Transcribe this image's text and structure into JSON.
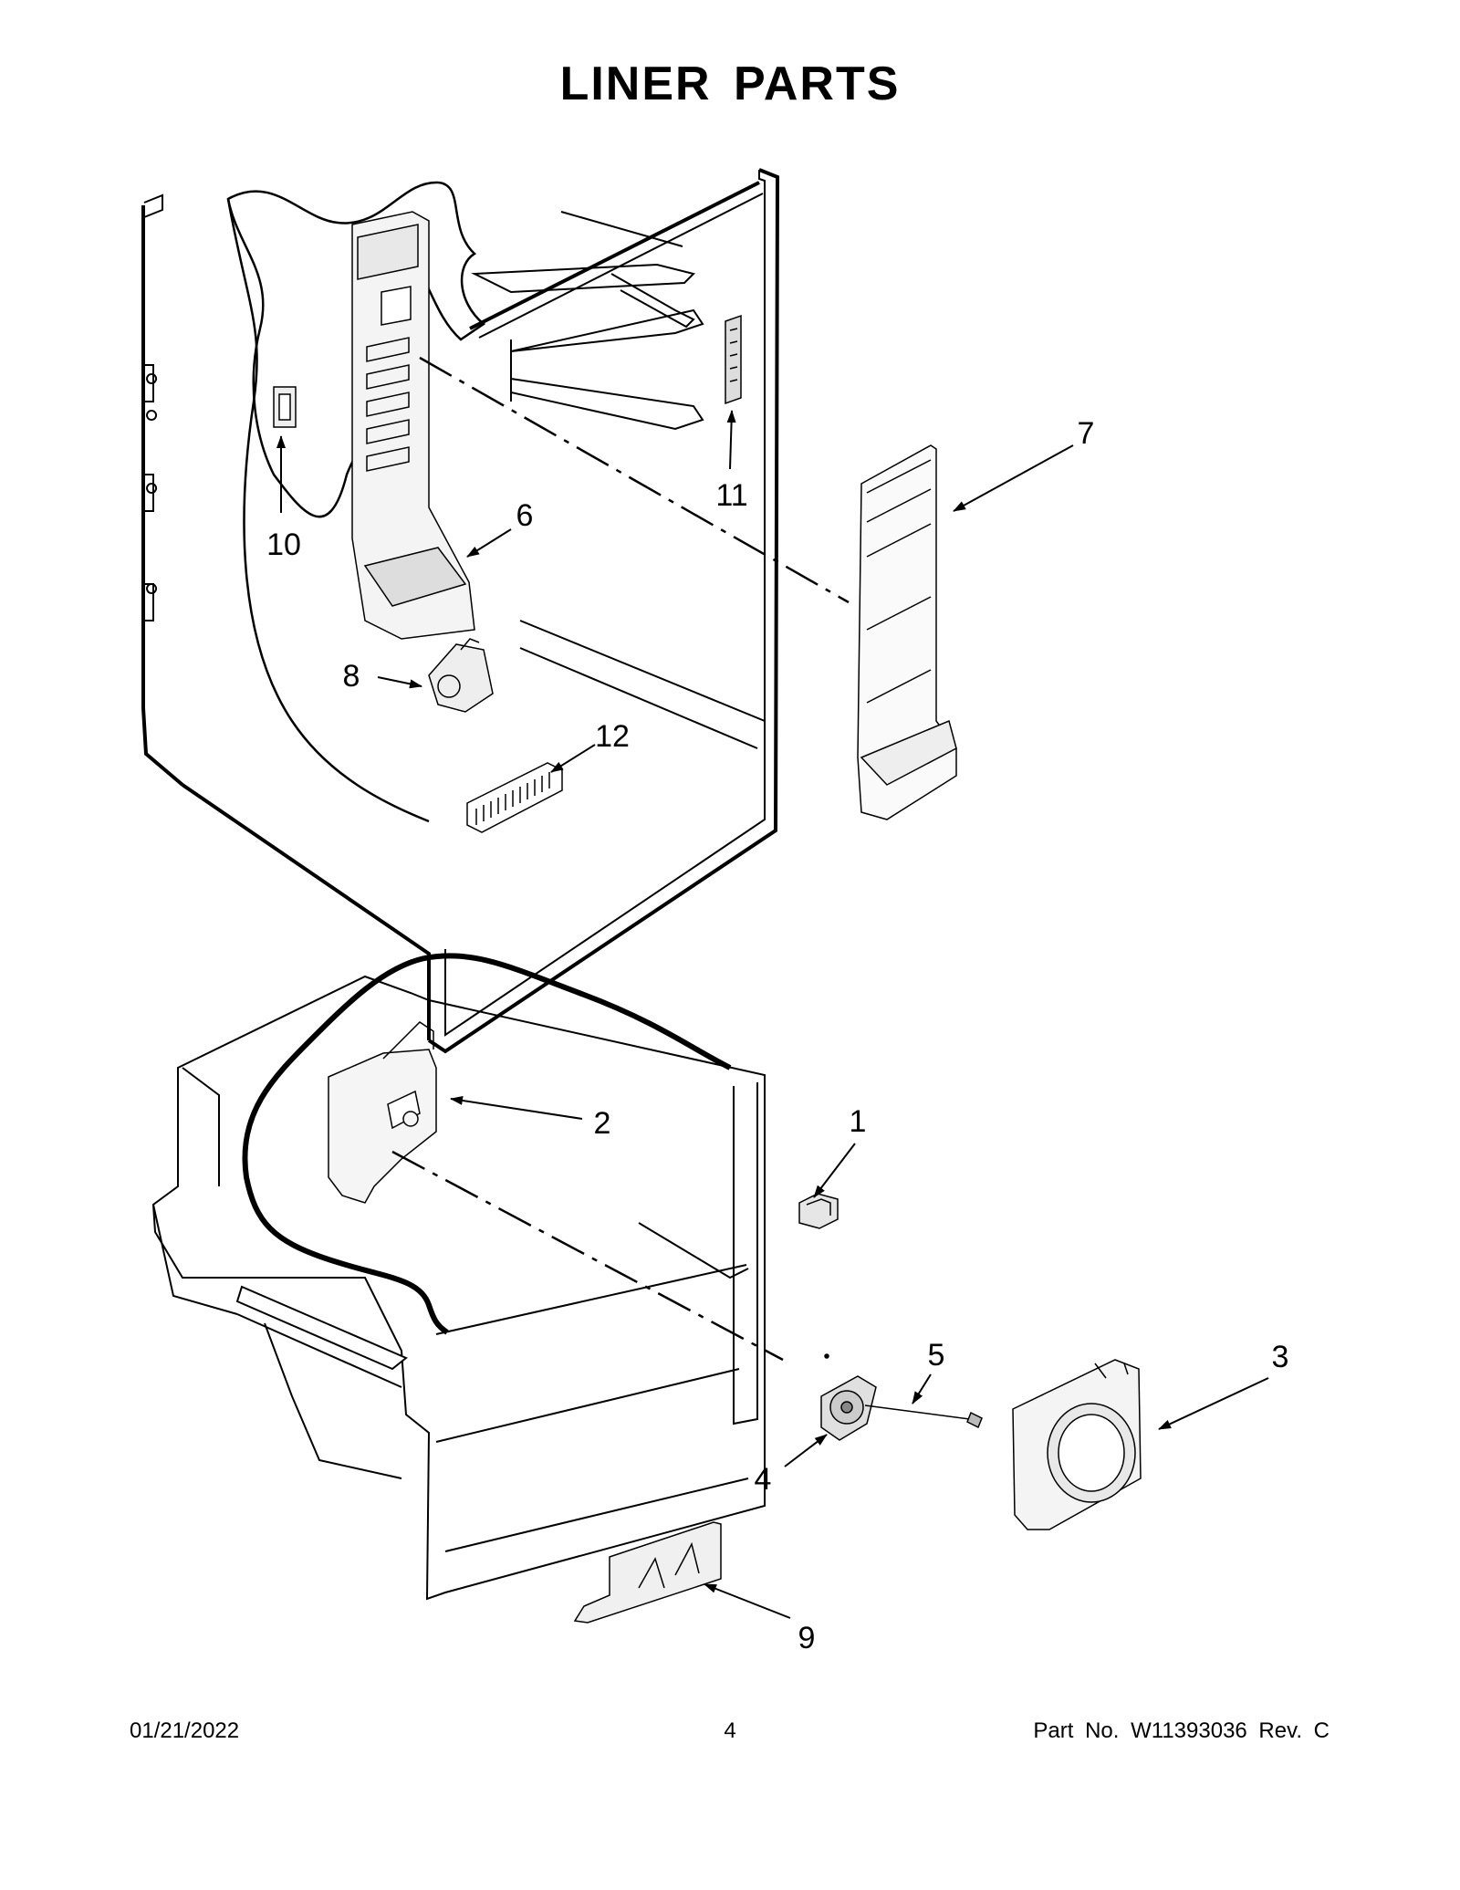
{
  "page": {
    "title": "LINER PARTS"
  },
  "callouts": {
    "c1": "1",
    "c2": "2",
    "c3": "3",
    "c4": "4",
    "c5": "5",
    "c6": "6",
    "c7": "7",
    "c8": "8",
    "c9": "9",
    "c10": "10",
    "c11": "11",
    "c12": "12"
  },
  "footer": {
    "date": "01/21/2022",
    "page_number": "4",
    "part_number": "Part No.  W11393036  Rev.  C"
  }
}
